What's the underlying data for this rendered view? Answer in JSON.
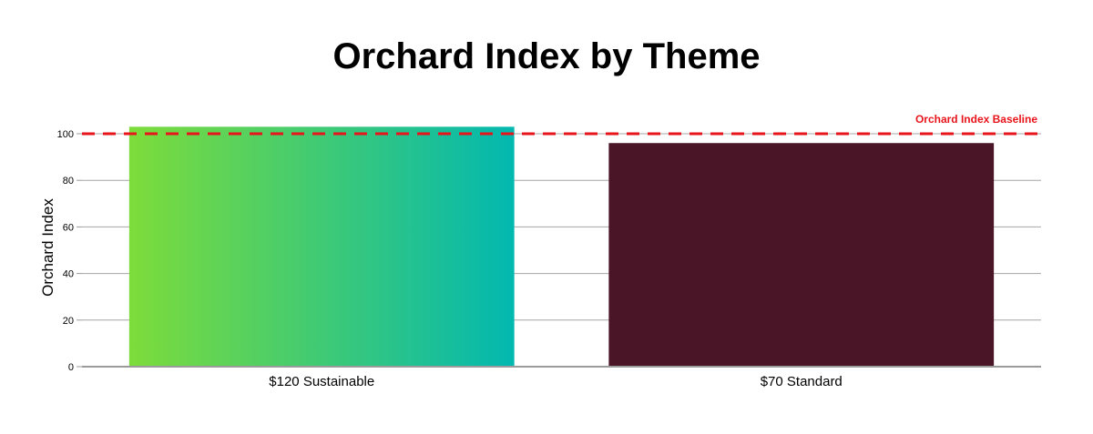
{
  "chart_data": {
    "type": "bar",
    "title": "Orchard Index by Theme",
    "xlabel": "",
    "ylabel": "Orchard Index",
    "categories": [
      "$120 Sustainable",
      "$70 Standard"
    ],
    "values": [
      103,
      96
    ],
    "ylim": [
      0,
      100
    ],
    "yticks": [
      0,
      20,
      40,
      60,
      80,
      100
    ],
    "grid": true,
    "reference_line": {
      "label": "Orchard Index Baseline",
      "value": 100,
      "color": "#e8141b"
    },
    "bar_styles": [
      {
        "gradient": [
          "#7ddc3a",
          "#02b8b0"
        ]
      },
      {
        "color": "#4a1527"
      }
    ],
    "colors": {
      "gridline": "#a6a6a6",
      "axis": "#9b9b9b"
    }
  }
}
